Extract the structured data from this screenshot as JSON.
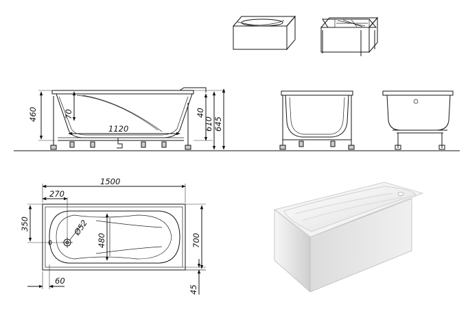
{
  "drawing": {
    "side_view": {
      "height_460": "460",
      "depth_70": "70",
      "inner_length_1120": "1120",
      "rim_40": "40",
      "height_610": "610",
      "height_645": "645"
    },
    "top_view": {
      "length_1500": "1500",
      "offset_270": "270",
      "drain_350": "350",
      "drain_diameter": "Ø52",
      "inner_width_480": "480",
      "width_700": "700",
      "offset_60": "60",
      "offset_45": "45"
    }
  },
  "colors": {
    "line": "#111111",
    "panel_light": "#f2f2f2",
    "panel_shade": "#d9d9d9",
    "render_light": "#f4f4f4",
    "render_shade": "#cfcfcf"
  }
}
